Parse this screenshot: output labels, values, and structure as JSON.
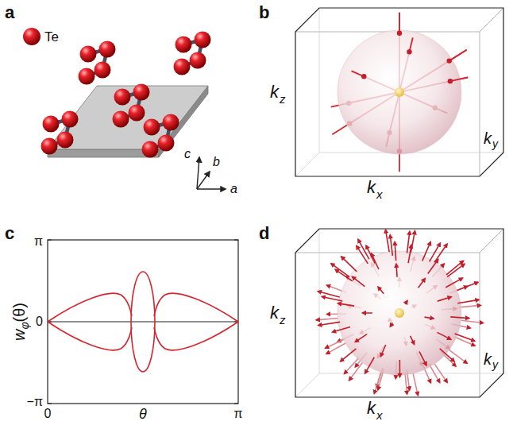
{
  "diagram": {
    "labels": [
      "a",
      "Te",
      "c",
      "b",
      "a",
      "b",
      "k",
      "z",
      "k",
      "x",
      "k",
      "y",
      "c",
      "π",
      "w",
      "φ",
      "(θ)",
      "0",
      "−π",
      "0",
      "θ",
      "π",
      "d",
      "k",
      "z",
      "k",
      "x",
      "k",
      "y"
    ]
  }
}
